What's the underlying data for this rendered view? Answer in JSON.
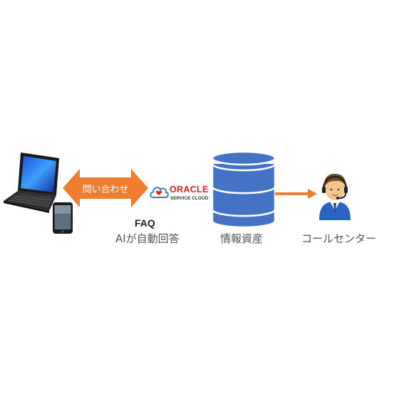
{
  "diagram": {
    "arrow_label": "問い合わせ",
    "oracle_logo": {
      "brand": "ORACLE",
      "product": "SERVICE CLOUD"
    },
    "faq_title": "FAQ",
    "faq_subtitle": "AIが自動回答",
    "database_label": "情報資産",
    "callcenter_label": "コールセンター",
    "colors": {
      "arrow": "#ef7d2f",
      "database": "#4472c4",
      "oracle_red": "#e2231a",
      "cloud_blue": "#2d7fbf",
      "agent_suit": "#2b63c0",
      "label": "#555555"
    },
    "icons": [
      "laptop-icon",
      "smartphone-icon",
      "oracle-cloud-logo-icon",
      "database-icon",
      "call-center-agent-icon"
    ]
  }
}
